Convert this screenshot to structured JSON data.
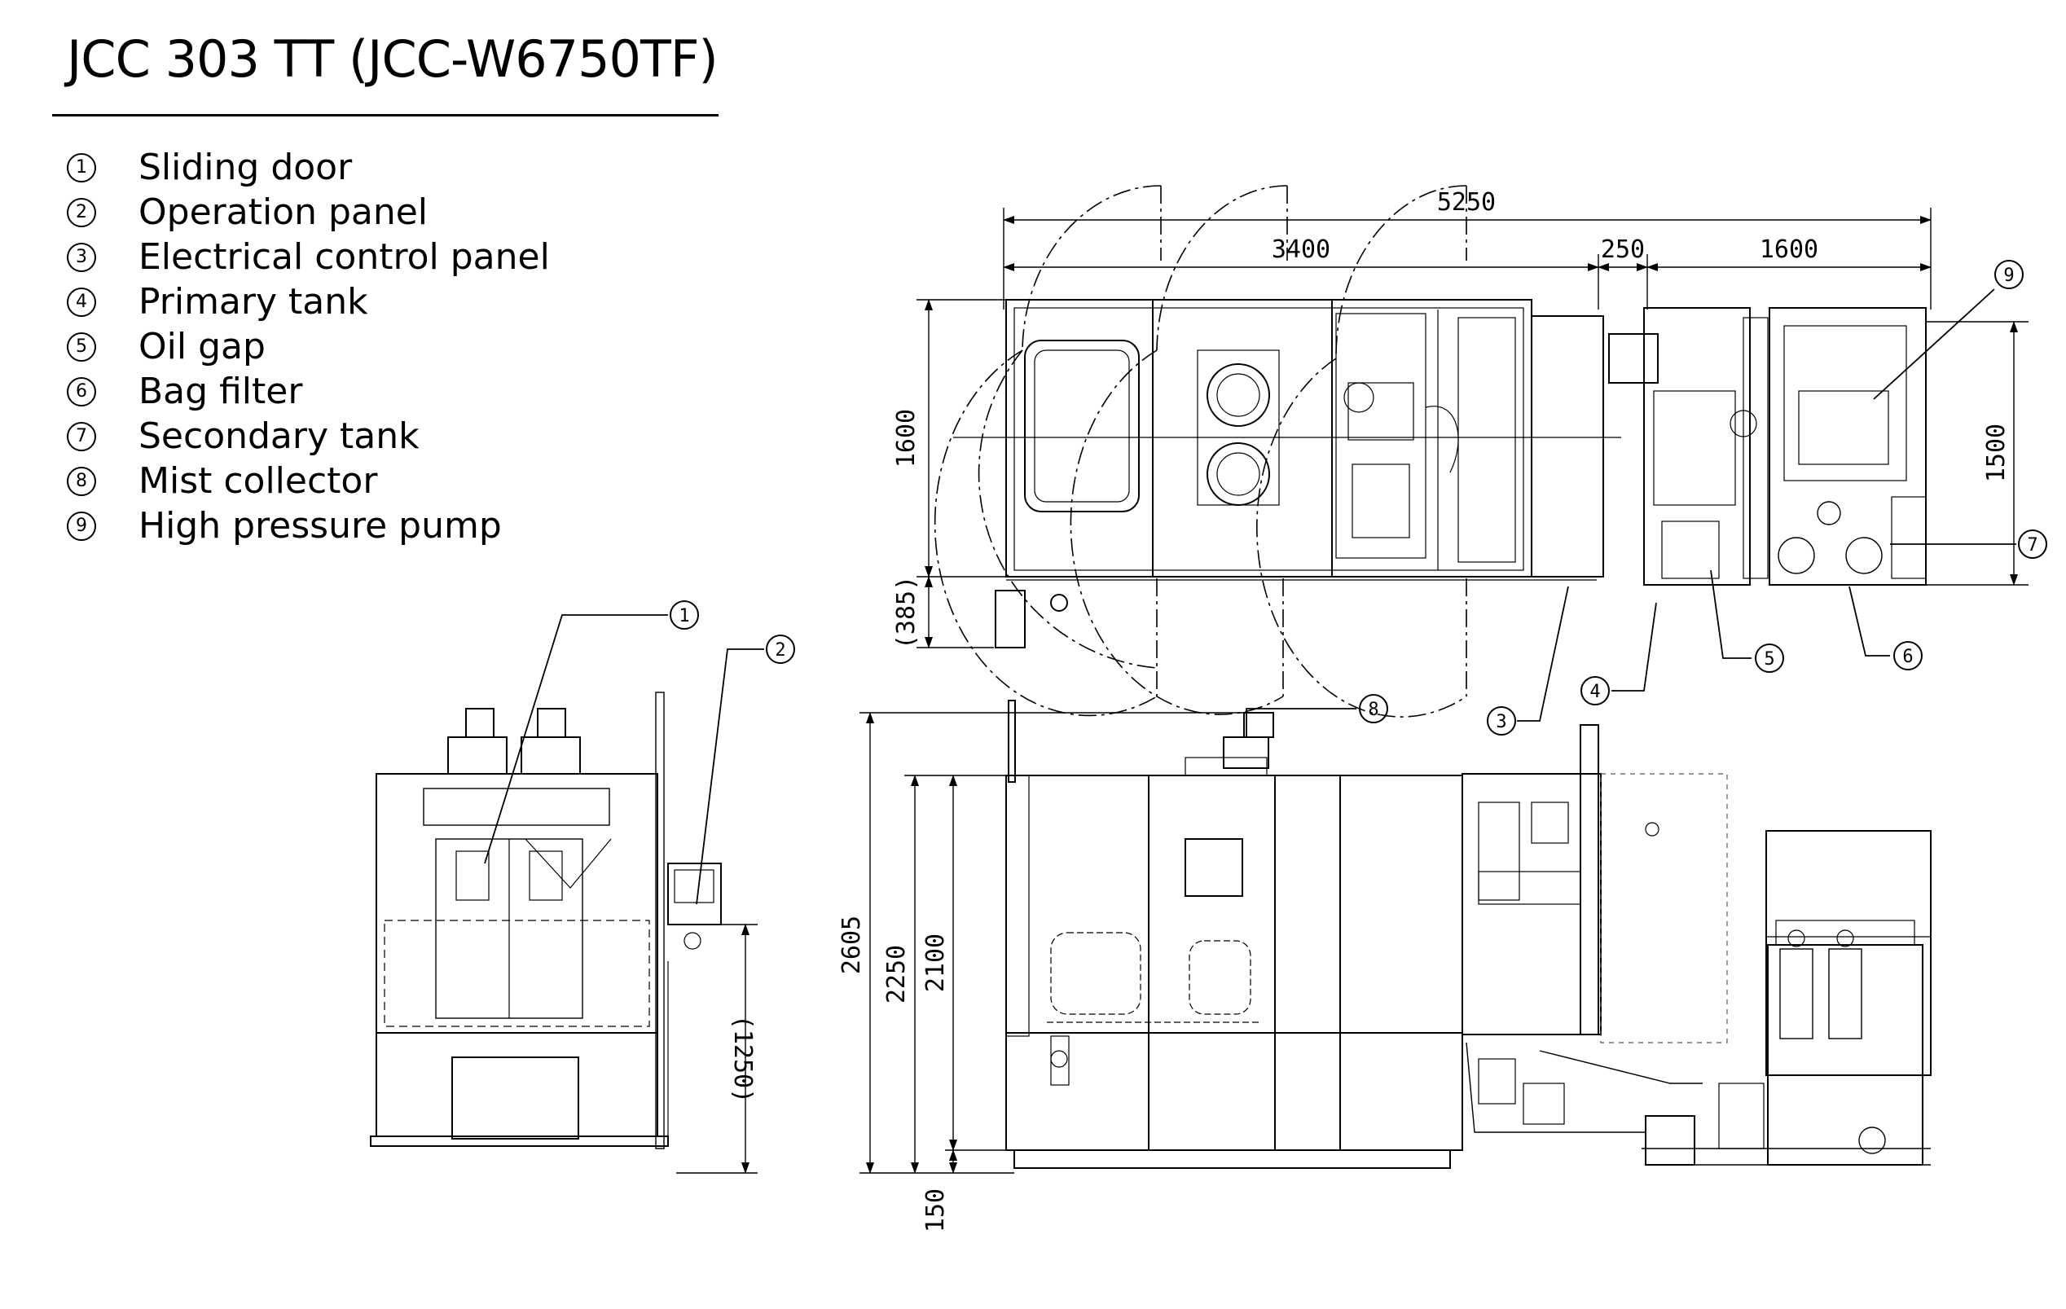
{
  "title": "JCC 303 TT (JCC-W6750TF)",
  "legend": [
    {
      "num": "1",
      "label": "Sliding door"
    },
    {
      "num": "2",
      "label": "Operation panel"
    },
    {
      "num": "3",
      "label": "Electrical control panel"
    },
    {
      "num": "4",
      "label": "Primary tank"
    },
    {
      "num": "5",
      "label": "Oil gap"
    },
    {
      "num": "6",
      "label": "Bag filter"
    },
    {
      "num": "7",
      "label": "Secondary tank"
    },
    {
      "num": "8",
      "label": "Mist collector"
    },
    {
      "num": "9",
      "label": "High pressure pump"
    }
  ],
  "dimensions": {
    "overall_length": "5250",
    "machine_length": "3400",
    "gap": "250",
    "tank_length": "1600",
    "machine_depth": "1600",
    "front_offset": "(385)",
    "tank_depth": "1500",
    "total_height": "2605",
    "height_2250": "2250",
    "height_2100": "2100",
    "base_height": "150",
    "operation_height": "(1250)"
  }
}
